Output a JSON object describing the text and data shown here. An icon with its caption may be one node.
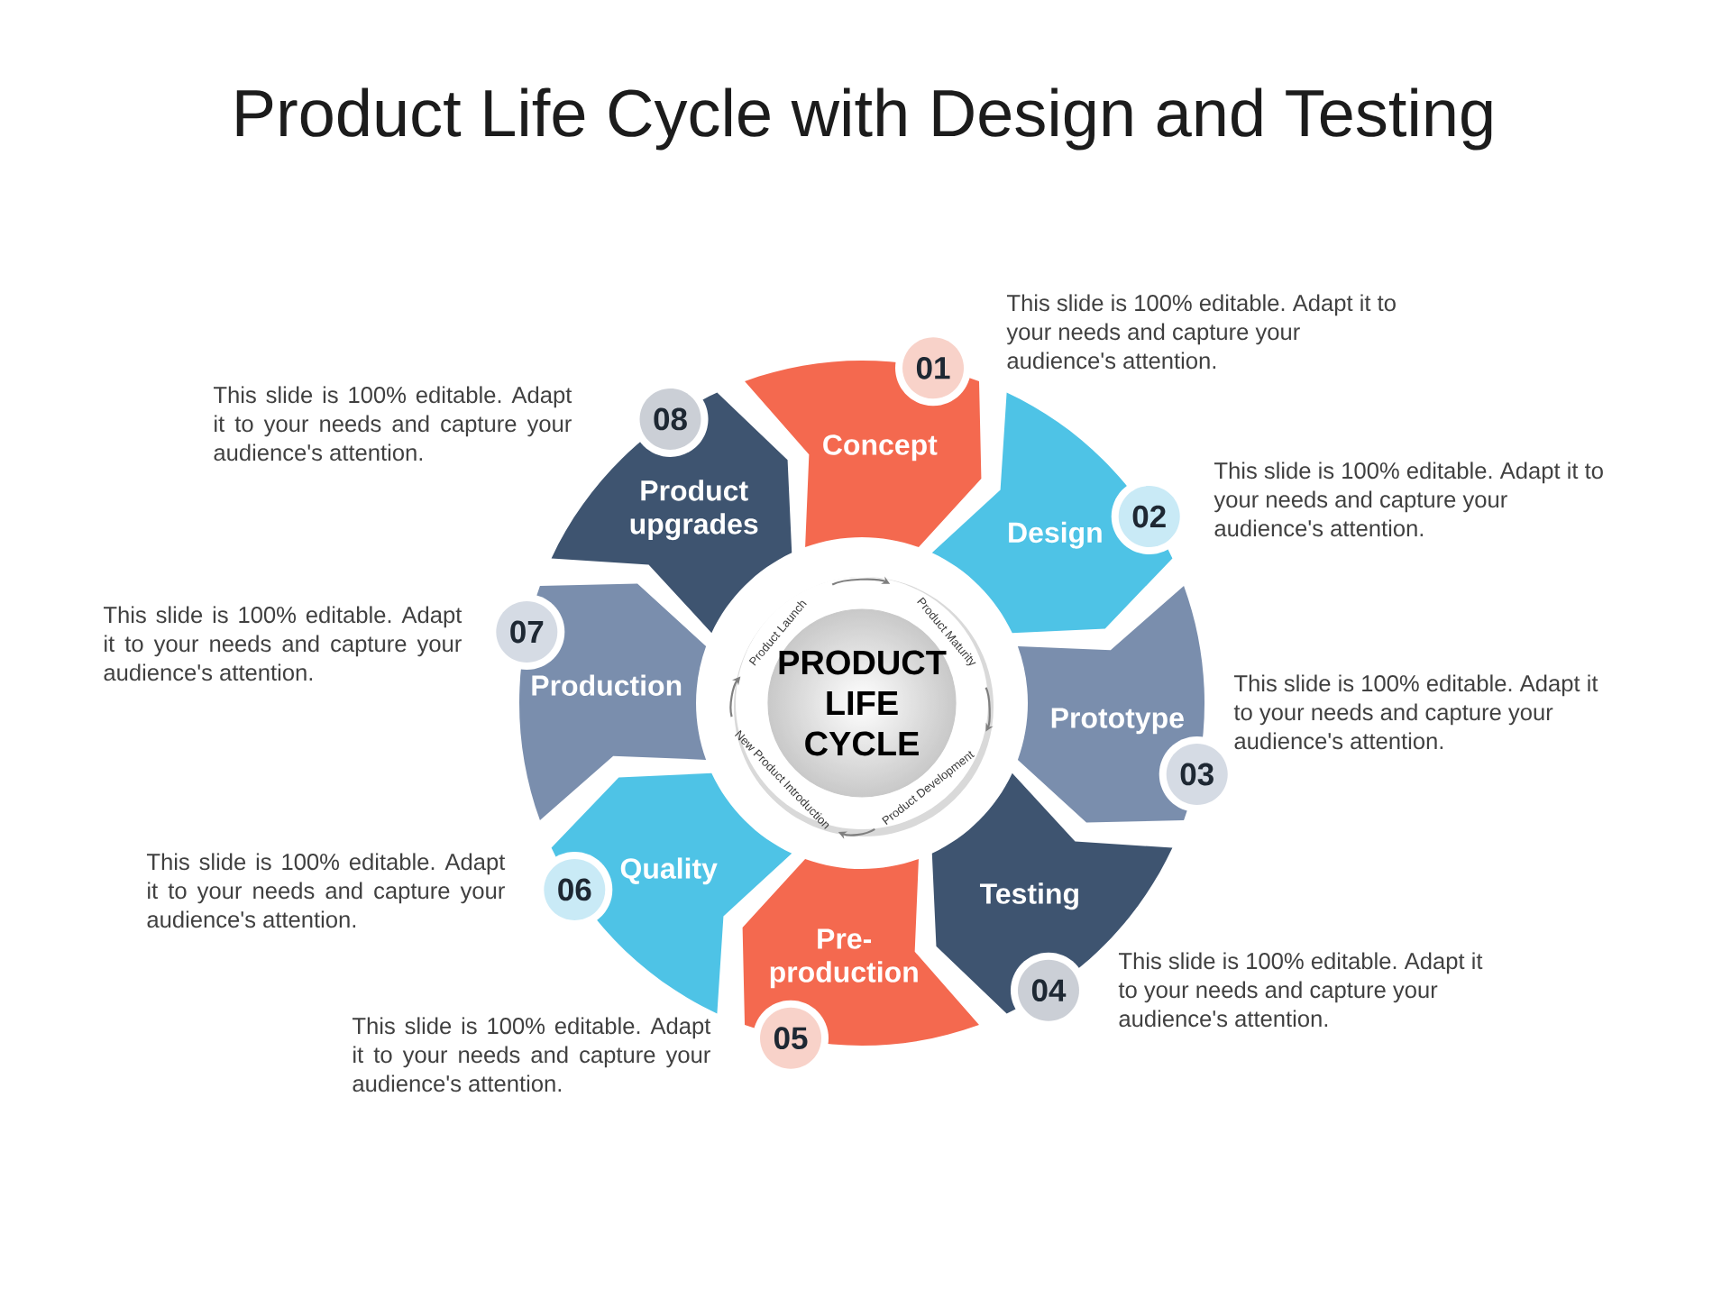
{
  "diagram": {
    "title": "Product Life Cycle with Design and Testing",
    "nodes": [
      {
        "text": [
          "Concept"
        ]
      },
      {
        "text": [
          "Design"
        ]
      },
      {
        "text": [
          "Prototype"
        ]
      },
      {
        "text": [
          "Testing"
        ]
      },
      {
        "text": [
          "Pre-production"
        ]
      },
      {
        "text": [
          "Quality"
        ]
      },
      {
        "text": [
          "Production"
        ]
      },
      {
        "text": [
          "Product upgrades"
        ]
      },
      {
        "text": [
          "01"
        ]
      },
      {
        "text": [
          "02"
        ]
      },
      {
        "text": [
          "03"
        ]
      },
      {
        "text": [
          "04"
        ]
      },
      {
        "text": [
          "05"
        ]
      },
      {
        "text": [
          "06"
        ]
      },
      {
        "text": [
          "07"
        ]
      },
      {
        "text": [
          "08"
        ]
      },
      {
        "text": [
          "PRODUCT LIFE CYCLE"
        ]
      },
      {
        "text": [
          "Product Launch"
        ],
        "in": 16
      },
      {
        "text": [
          "Product Maturity"
        ],
        "in": 16
      },
      {
        "text": [
          "Product Development"
        ],
        "in": 16
      },
      {
        "text": [
          "New Product Introduction"
        ],
        "in": 16
      }
    ],
    "edges": [
      {
        "from": 17,
        "to": 18,
        "arrow": "to"
      },
      {
        "from": 18,
        "to": 19,
        "arrow": "to"
      },
      {
        "from": 19,
        "to": 20,
        "arrow": "to"
      },
      {
        "from": 20,
        "to": 17,
        "arrow": "to"
      }
    ],
    "labels": [
      "This slide is 100% editable. Adapt it to your needs and capture your audience's attention.",
      "This slide is 100% editable. Adapt it to your needs and capture your audience's attention.",
      "This slide is 100% editable. Adapt it to your needs and capture your audience's attention.",
      "This slide is 100% editable. Adapt it to your needs and capture your audience's attention.",
      "This slide is 100% editable. Adapt it to your needs and capture your audience's attention.",
      "This slide is 100% editable. Adapt it to your needs and capture your audience's attention.",
      "This slide is 100% editable. Adapt it to your needs and capture your audience's attention.",
      "This slide is 100% editable. Adapt it to your needs and capture your audience's attention."
    ]
  }
}
